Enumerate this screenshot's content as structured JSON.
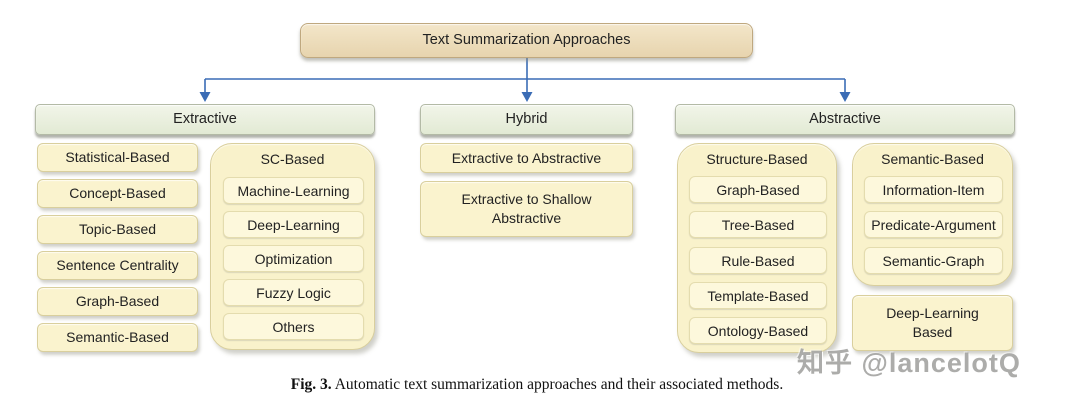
{
  "root": {
    "label": "Text Summarization Approaches"
  },
  "branches": [
    {
      "id": "extractive",
      "label": "Extractive",
      "items": [
        "Statistical-Based",
        "Concept-Based",
        "Topic-Based",
        "Sentence Centrality",
        "Graph-Based",
        "Semantic-Based"
      ],
      "group": {
        "title": "SC-Based",
        "items": [
          "Machine-Learning",
          "Deep-Learning",
          "Optimization",
          "Fuzzy Logic",
          "Others"
        ]
      }
    },
    {
      "id": "hybrid",
      "label": "Hybrid",
      "items": [
        "Extractive to Abstractive",
        "Extractive to Shallow Abstractive"
      ]
    },
    {
      "id": "abstractive",
      "label": "Abstractive",
      "groups": [
        {
          "title": "Structure-Based",
          "items": [
            "Graph-Based",
            "Tree-Based",
            "Rule-Based",
            "Template-Based",
            "Ontology-Based"
          ]
        },
        {
          "title": "Semantic-Based",
          "items": [
            "Information-Item",
            "Predicate-Argument",
            "Semantic-Graph"
          ]
        }
      ],
      "extra_item": "Deep-Learning Based"
    }
  ],
  "caption": {
    "prefix": "Fig. 3.",
    "text": "Automatic text summarization approaches and their associated methods."
  },
  "watermark": {
    "text": "知乎 @lancelotQ"
  },
  "colors": {
    "root_fill": "#ecdbba",
    "header_fill": "#e9efdd",
    "item_fill": "#faf3ce",
    "inner_fill": "#fdf8dc",
    "arrow_blue": "#3a6cb5",
    "watermark_gray": "#9e9e9b"
  }
}
